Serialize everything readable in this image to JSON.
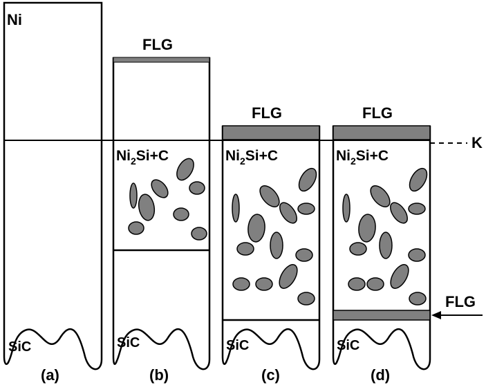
{
  "title": "Ni/SiC reaction stages with few-layer graphene (FLG) formation",
  "colors": {
    "stroke": "#000000",
    "flg_layer": "#808080",
    "particle": "#808080",
    "background": "#ffffff"
  },
  "labels": {
    "ni": "Ni",
    "flg": "FLG",
    "compound_main": "Ni",
    "compound_sub": "2",
    "compound_rest": "Si+C",
    "k_marker": "K",
    "sic": "SiC",
    "flg_arrow": "FLG"
  },
  "panels": [
    {
      "id": "a",
      "label": "(a)"
    },
    {
      "id": "b",
      "label": "(b)"
    },
    {
      "id": "c",
      "label": "(c)"
    },
    {
      "id": "d",
      "label": "(d)"
    }
  ]
}
